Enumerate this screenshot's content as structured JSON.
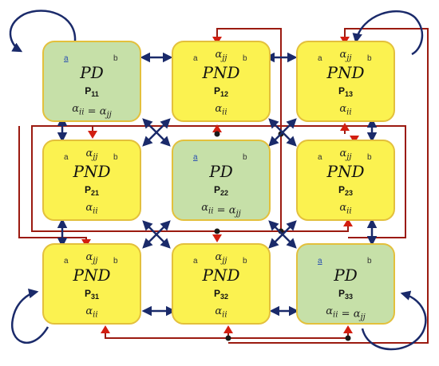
{
  "colors": {
    "pd_fill": "#c6e0a8",
    "pnd_fill": "#fbf250",
    "node_border": "#e3c03c",
    "navy_arrow": "#1a2a6a",
    "red_line": "#9b1a10",
    "red_arrowhead": "#d21e10",
    "junction": "#1a1a1a"
  },
  "nodes": [
    {
      "id": "P11",
      "type": "PD",
      "type_label": "PD",
      "sub": "11",
      "a": "a",
      "b": "b",
      "top": "",
      "bottom": "αii = αjj"
    },
    {
      "id": "P12",
      "type": "PND",
      "type_label": "PND",
      "sub": "12",
      "a": "a",
      "b": "b",
      "top": "αjj",
      "bottom": "αii"
    },
    {
      "id": "P13",
      "type": "PND",
      "type_label": "PND",
      "sub": "13",
      "a": "a",
      "b": "b",
      "top": "αjj",
      "bottom": "αii"
    },
    {
      "id": "P21",
      "type": "PND",
      "type_label": "PND",
      "sub": "21",
      "a": "a",
      "b": "b",
      "top": "αjj",
      "bottom": "αii"
    },
    {
      "id": "P22",
      "type": "PD",
      "type_label": "PD",
      "sub": "22",
      "a": "a",
      "b": "b",
      "top": "",
      "bottom": "αii = αjj"
    },
    {
      "id": "P23",
      "type": "PND",
      "type_label": "PND",
      "sub": "23",
      "a": "a",
      "b": "b",
      "top": "αjj",
      "bottom": "αii"
    },
    {
      "id": "P31",
      "type": "PND",
      "type_label": "PND",
      "sub": "31",
      "a": "a",
      "b": "b",
      "top": "αjj",
      "bottom": "αii"
    },
    {
      "id": "P32",
      "type": "PND",
      "type_label": "PND",
      "sub": "32",
      "a": "a",
      "b": "b",
      "top": "αjj",
      "bottom": "αii"
    },
    {
      "id": "P33",
      "type": "PD",
      "type_label": "PD",
      "sub": "33",
      "a": "a",
      "b": "b",
      "top": "",
      "bottom": "αii = αjj"
    }
  ]
}
